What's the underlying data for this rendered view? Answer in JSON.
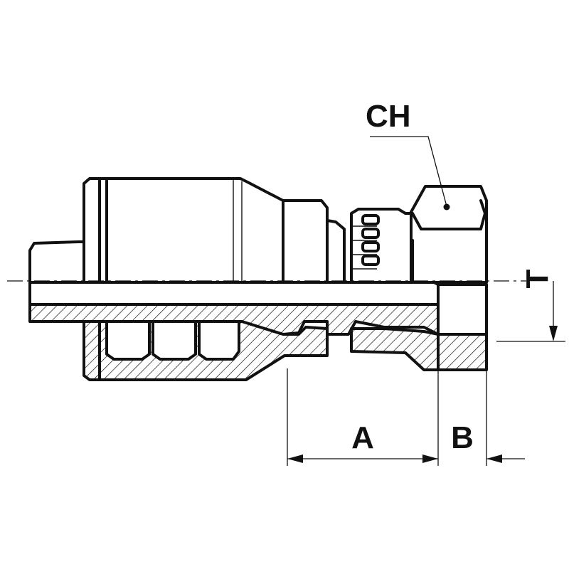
{
  "labels": {
    "ch": "CH",
    "t": "T",
    "a": "A",
    "b": "B"
  }
}
